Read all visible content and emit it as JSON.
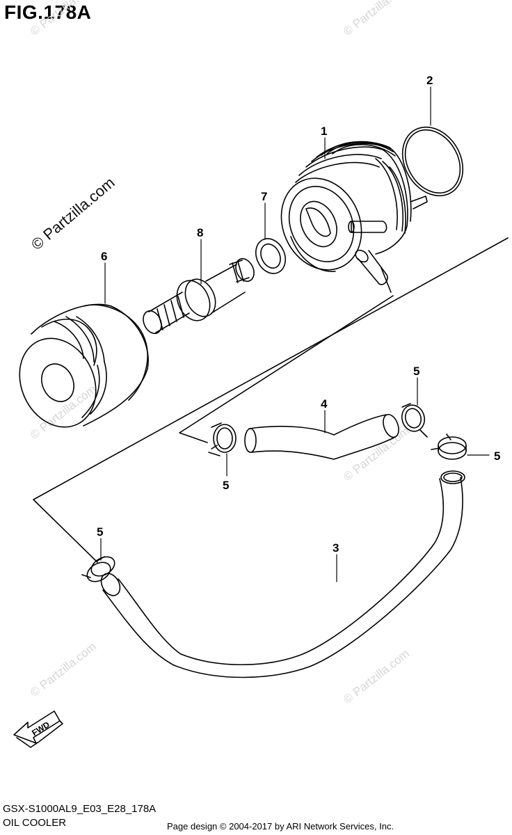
{
  "figure": {
    "title": "FIG.178A",
    "model_code": "GSX-S1000AL9_E03_E28_178A",
    "page_name": "OIL COOLER",
    "copyright": "Page design © 2004-2017 by ARI Network Services, Inc.",
    "watermark": "© Partzilla.com",
    "fwd_label": "FWD"
  },
  "callouts": [
    {
      "id": "c1",
      "label": "1"
    },
    {
      "id": "c2",
      "label": "2"
    },
    {
      "id": "c3",
      "label": "3"
    },
    {
      "id": "c4",
      "label": "4"
    },
    {
      "id": "c5a",
      "label": "5"
    },
    {
      "id": "c5b",
      "label": "5"
    },
    {
      "id": "c5c",
      "label": "5"
    },
    {
      "id": "c5d",
      "label": "5"
    },
    {
      "id": "c6",
      "label": "6"
    },
    {
      "id": "c7",
      "label": "7"
    },
    {
      "id": "c8",
      "label": "8"
    }
  ],
  "colors": {
    "line": "#000000",
    "watermark": "#d6d6d6",
    "background": "#ffffff"
  }
}
